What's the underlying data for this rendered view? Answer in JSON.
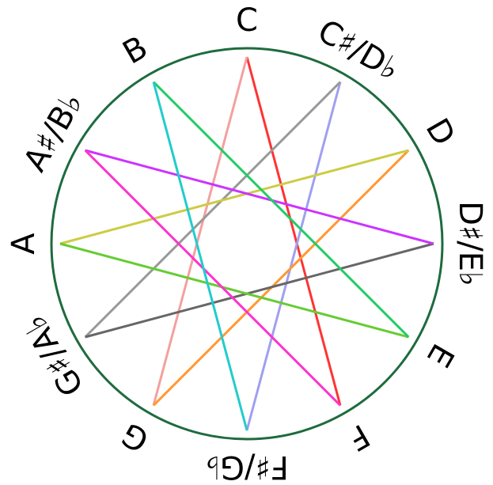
{
  "circle_color": "#1e6b3e",
  "notes": [
    {
      "id": "c",
      "label": "C"
    },
    {
      "id": "cs",
      "label": "C♯/D♭"
    },
    {
      "id": "d",
      "label": "D"
    },
    {
      "id": "ds",
      "label": "D♯/E♭"
    },
    {
      "id": "e",
      "label": "E"
    },
    {
      "id": "f",
      "label": "F"
    },
    {
      "id": "fs",
      "label": "F♯/G♭"
    },
    {
      "id": "g",
      "label": "G"
    },
    {
      "id": "gs",
      "label": "G♯/A♭"
    },
    {
      "id": "a",
      "label": "A"
    },
    {
      "id": "as",
      "label": "A♯/B♭"
    },
    {
      "id": "b",
      "label": "B"
    }
  ],
  "connections": [
    {
      "from": 0,
      "to": 5,
      "color": "#ff3333"
    },
    {
      "from": 0,
      "to": 7,
      "color": "#f4a0a0"
    },
    {
      "from": 1,
      "to": 6,
      "color": "#a0a0f0"
    },
    {
      "from": 1,
      "to": 8,
      "color": "#999999"
    },
    {
      "from": 2,
      "to": 7,
      "color": "#ff9933"
    },
    {
      "from": 2,
      "to": 9,
      "color": "#cccc44"
    },
    {
      "from": 3,
      "to": 8,
      "color": "#666666"
    },
    {
      "from": 3,
      "to": 10,
      "color": "#cc33ff"
    },
    {
      "from": 4,
      "to": 9,
      "color": "#66cc33"
    },
    {
      "from": 4,
      "to": 11,
      "color": "#22cc66"
    },
    {
      "from": 5,
      "to": 10,
      "color": "#ff33cc"
    },
    {
      "from": 6,
      "to": 11,
      "color": "#22cccc"
    }
  ]
}
